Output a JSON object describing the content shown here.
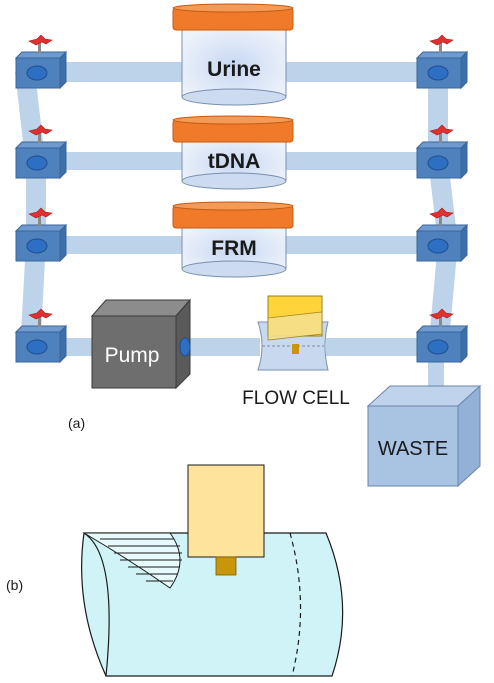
{
  "panel_a": {
    "caption": "(a)",
    "reservoirs": [
      "Urine",
      "tDNA",
      "FRM"
    ],
    "pump_label": "Pump",
    "flow_cell_label": "FLOW CELL",
    "waste_label": "WASTE"
  },
  "panel_b": {
    "caption": "(b)"
  },
  "colors": {
    "tube": "#bdd3ea",
    "valve_body": "#4f81bd",
    "valve_port": "#2e6fc4",
    "valve_handle": "#e03030",
    "lid": "#f07a2a",
    "jar": "#d8e4f5",
    "pump": "#6e6e6e",
    "waste": "#a9c3e3",
    "sensor": "#ffd43b",
    "sensor_pale": "#fde49a",
    "contact": "#c8960a",
    "channel": "#cff3f7"
  }
}
